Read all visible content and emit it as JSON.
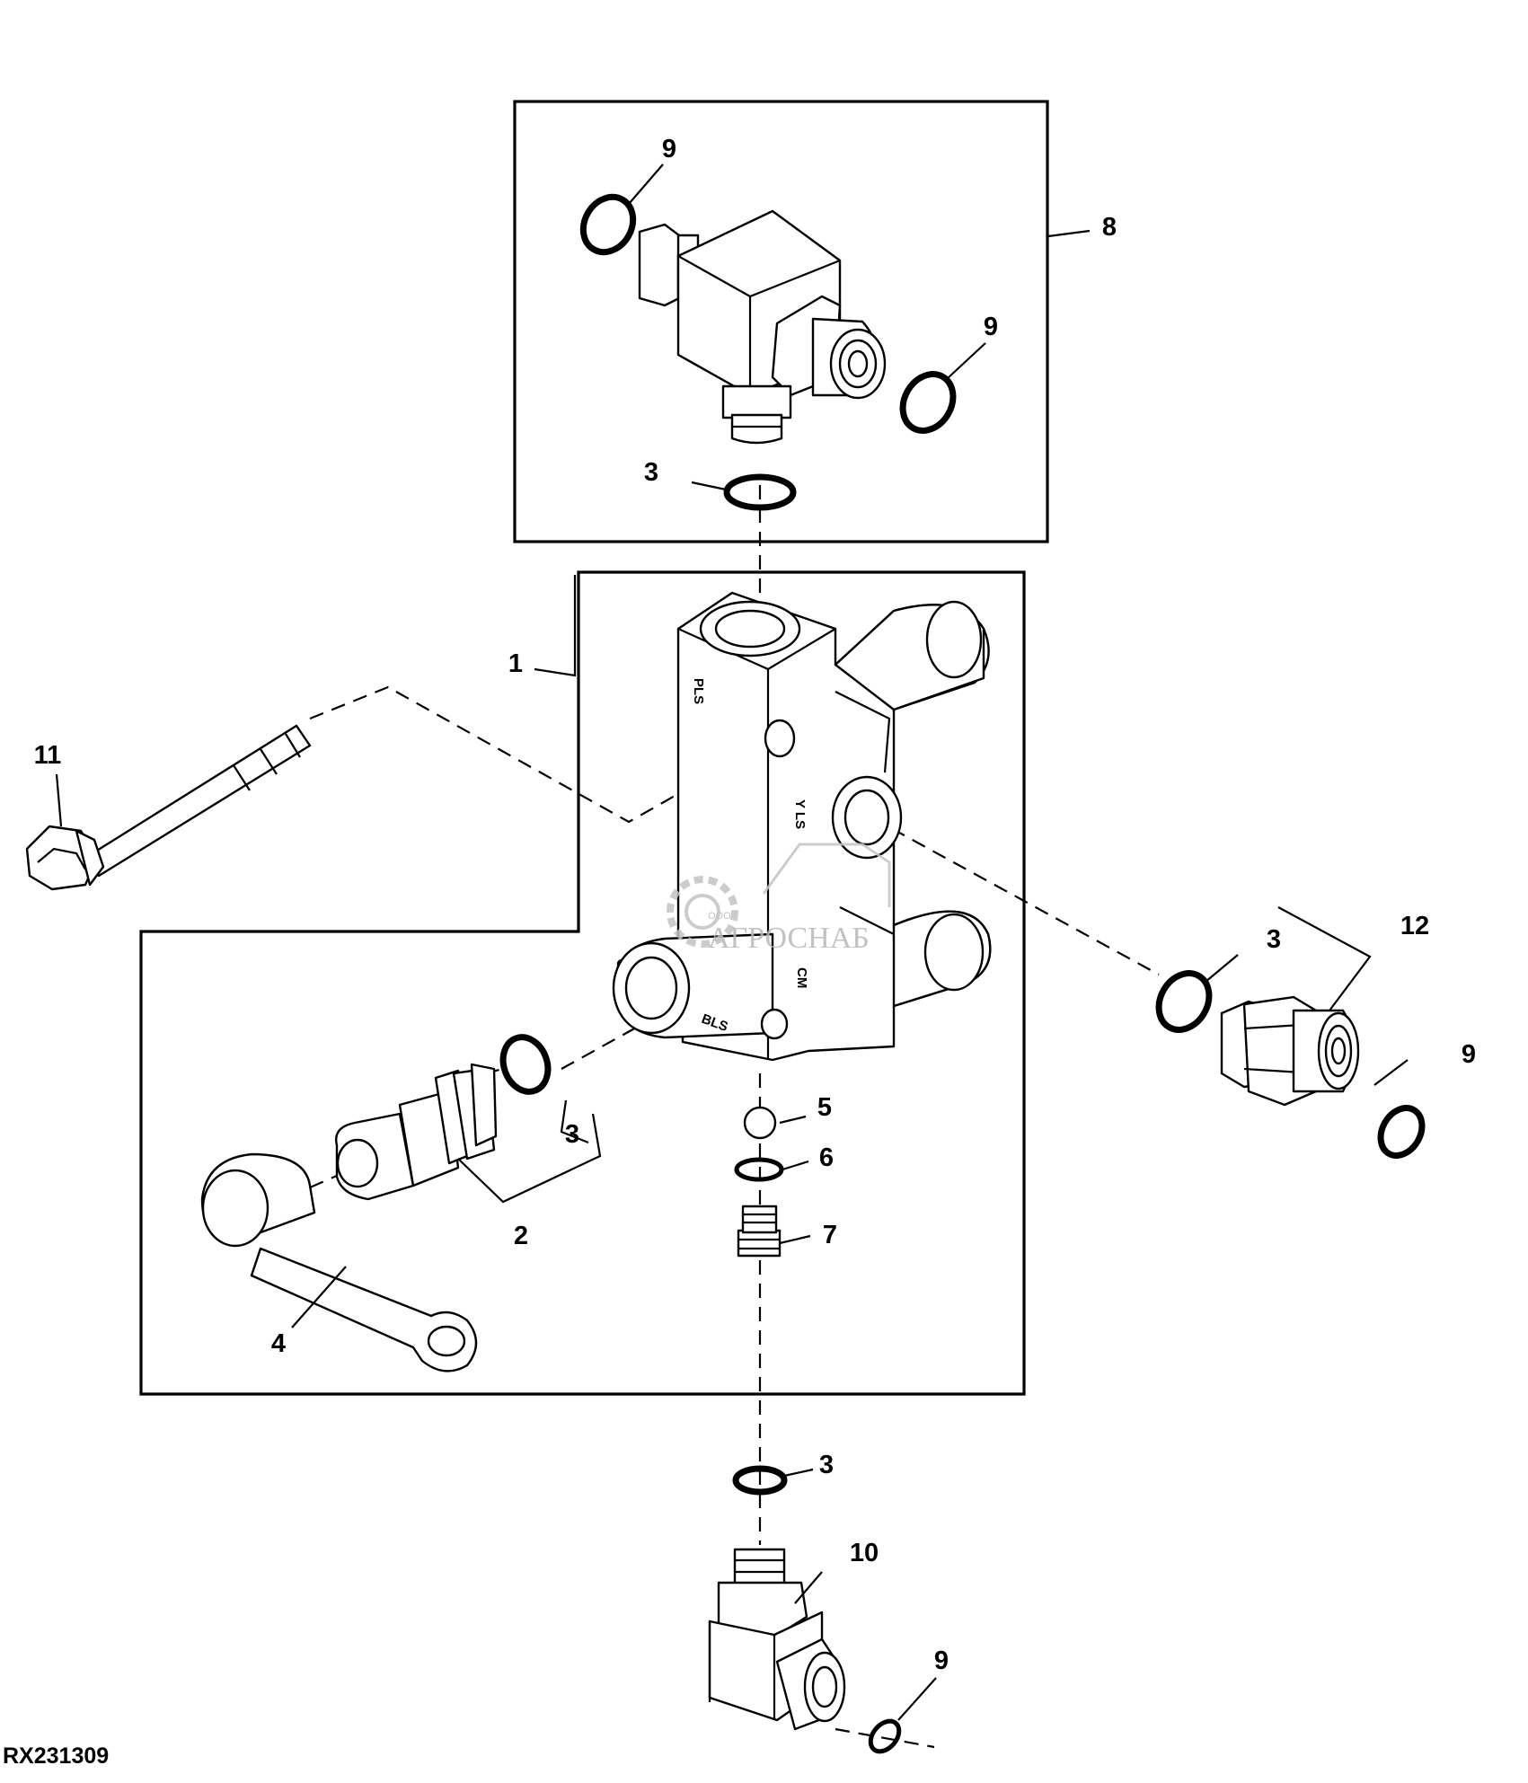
{
  "figure_id": "RX231309",
  "watermark": {
    "main": "АГРОСНАБ",
    "prefix": "ООО"
  },
  "casting_marks": [
    "PLS",
    "Y LS",
    "CM",
    "BLS"
  ],
  "callouts": [
    "1",
    "2",
    "3",
    "3",
    "3",
    "3",
    "4",
    "5",
    "6",
    "7",
    "8",
    "9",
    "9",
    "9",
    "9",
    "10",
    "11",
    "12"
  ]
}
